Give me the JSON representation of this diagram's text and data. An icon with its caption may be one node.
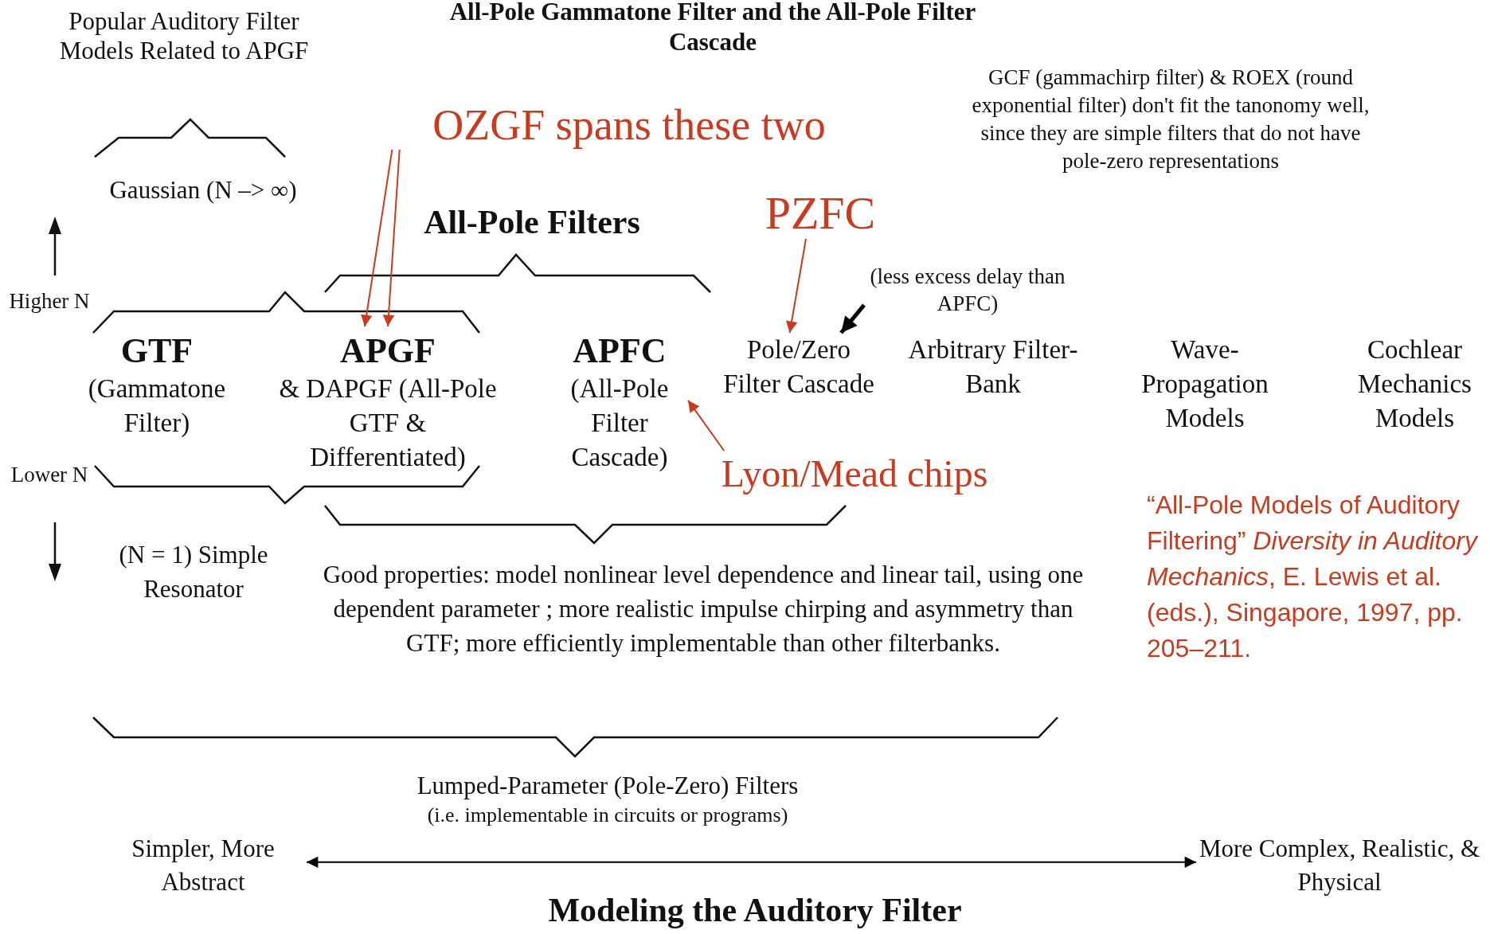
{
  "diagram": {
    "title": "All-Pole Gammatone Filter and the All-Pole Filter Cascade",
    "caption": "Modeling the Auditory Filter",
    "nodes": [
      {
        "text": [
          "OZGF spans these two"
        ]
      },
      {
        "text": [
          "PZFC"
        ]
      },
      {
        "text": [
          "(less excess delay than APFC)"
        ]
      },
      {
        "text": [
          "GTF",
          "(Gammatone Filter)"
        ]
      },
      {
        "text": [
          "APGF",
          "& DAPGF (All-Pole GTF & Differentiated)"
        ]
      },
      {
        "text": [
          "APFC",
          "(All-Pole Filter Cascade)"
        ]
      },
      {
        "text": [
          "Pole/Zero Filter Cascade"
        ]
      },
      {
        "text": [
          "Lyon/Mead chips"
        ]
      },
      {
        "text": [
          "Simpler, More Abstract"
        ]
      },
      {
        "text": [
          "More Complex, Realistic, & Physical"
        ]
      }
    ],
    "edges": [
      {
        "from": 0,
        "to": 4,
        "arrow": "to"
      },
      {
        "from": 0,
        "to": 4,
        "arrow": "to"
      },
      {
        "from": 1,
        "to": 6,
        "arrow": "to"
      },
      {
        "from": 2,
        "to": 6,
        "arrow": "to",
        "style": "thick",
        "color": "#000000"
      },
      {
        "from": 7,
        "to": 5,
        "arrow": "to"
      },
      {
        "from": 8,
        "to": 9,
        "arrow": "both",
        "color": "#000000"
      }
    ],
    "labels": [
      "Popular Auditory Filter Models Related to APGF",
      "GCF (gammachirp filter) & ROEX (round exponential filter) don't fit the tanonomy well, since they are simple filters that do not have pole-zero representations",
      "Gaussian (N –> ∞)",
      "All-Pole Filters",
      "Higher N",
      "Arbitrary Filter-Bank",
      "Wave-Propagation Models",
      "Cochlear Mechanics Models",
      "Lower N",
      "“All-Pole Models of Auditory Filtering” *Diversity in Auditory Mechanics*, E. Lewis et al. (eds.), Singapore, 1997, pp. 205–211.",
      "(N = 1) Simple Resonator",
      "Good properties:  model nonlinear level dependence and linear tail, using one dependent parameter ; more realistic impulse chirping and asymmetry than GTF; more efficiently implementable than  other filterbanks.",
      "Lumped-Parameter (Pole-Zero) Filters",
      "(i.e. implementable in circuits or programs)"
    ]
  }
}
